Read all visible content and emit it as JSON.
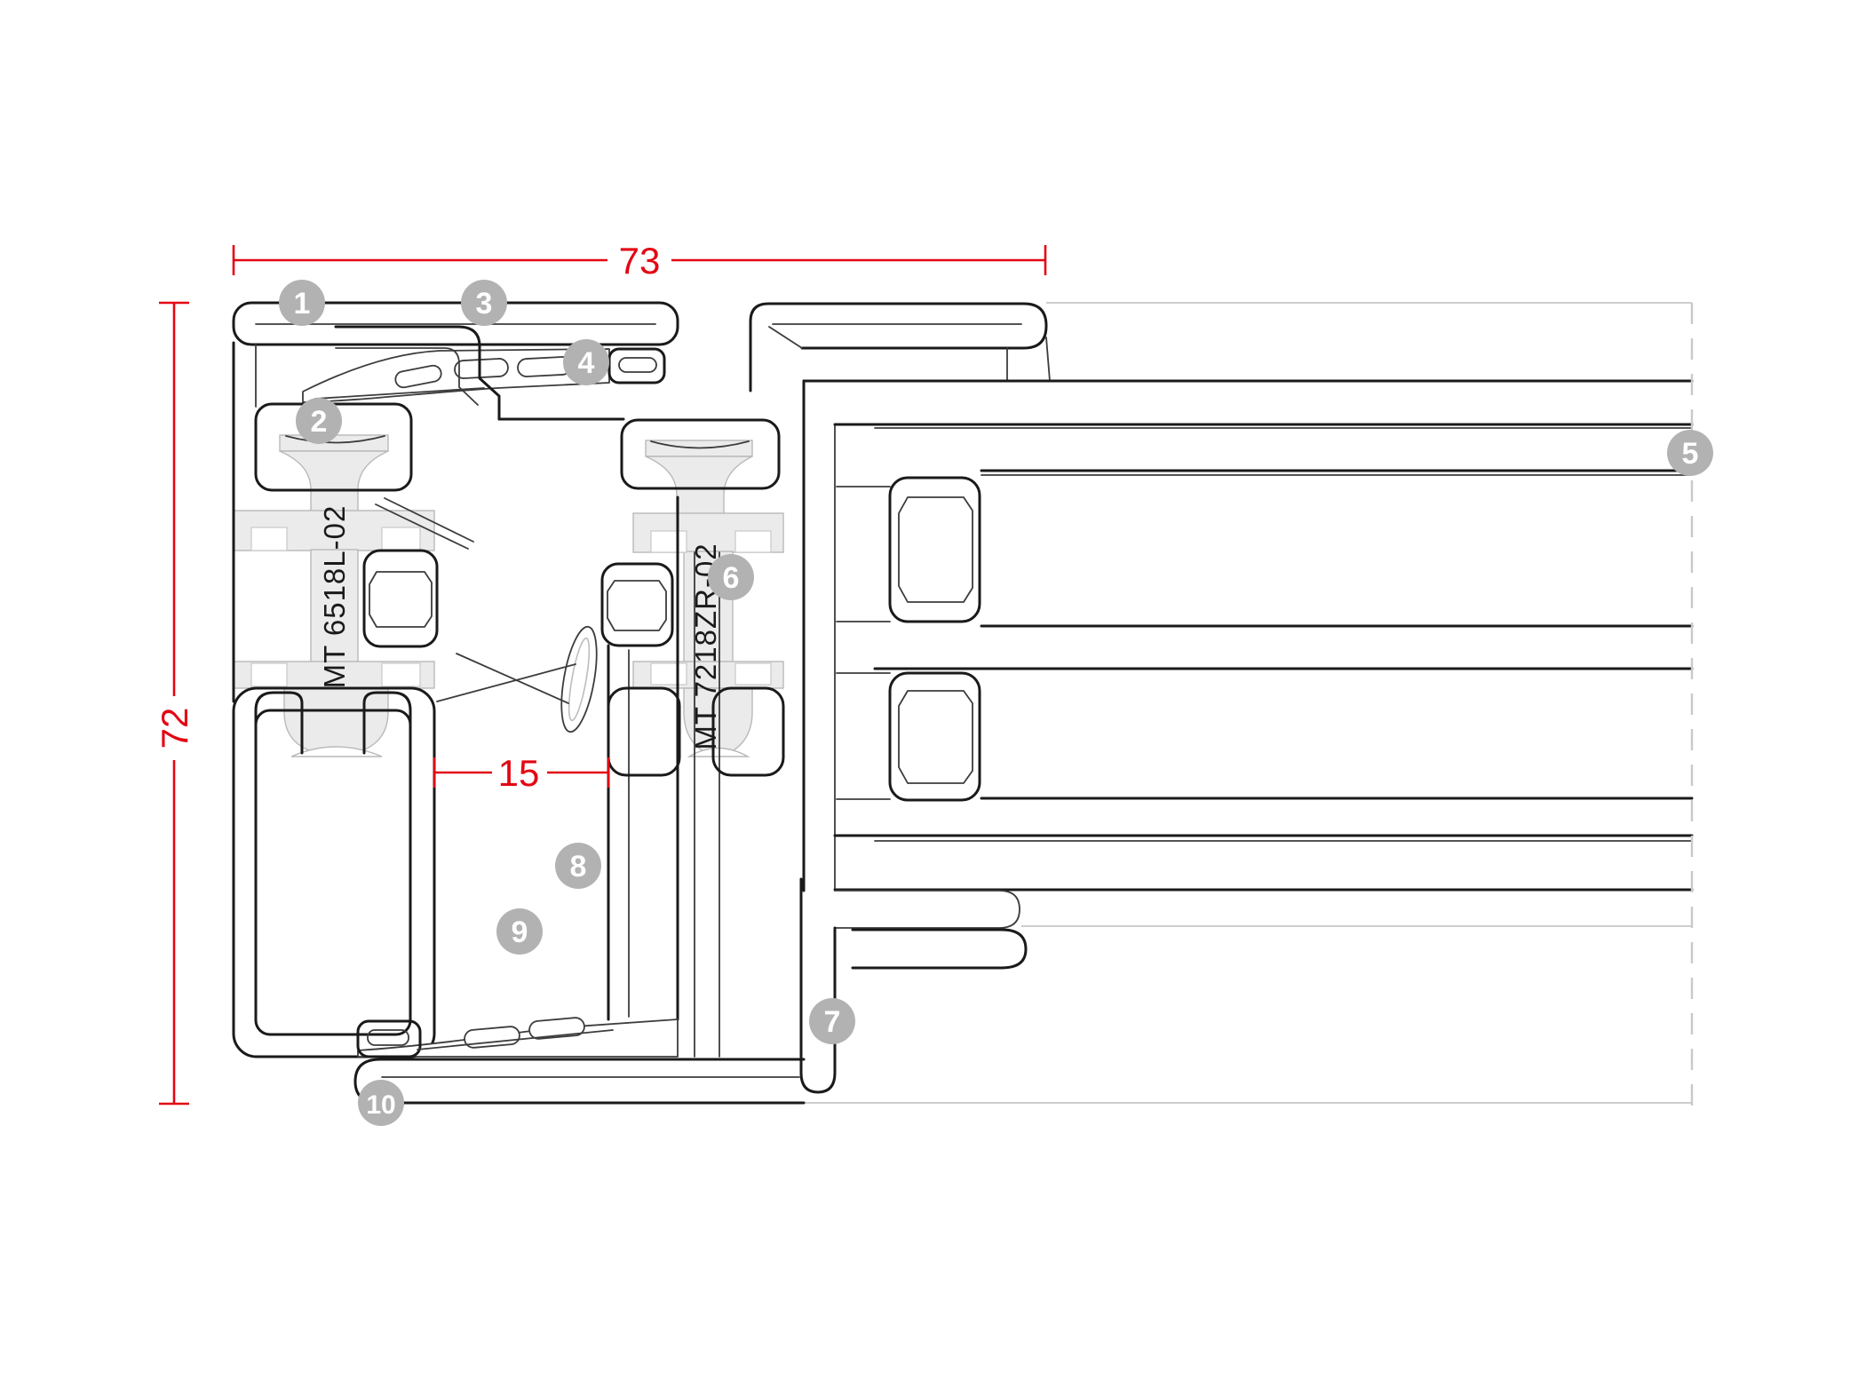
{
  "drawing": {
    "labels": {
      "profile_left": "MT 6518L-02",
      "profile_right": "MT 7218ZR-02"
    },
    "dimensions": {
      "width": "73",
      "height": "72",
      "gap": "15"
    },
    "callouts": [
      {
        "n": "1"
      },
      {
        "n": "2"
      },
      {
        "n": "3"
      },
      {
        "n": "4"
      },
      {
        "n": "5"
      },
      {
        "n": "6"
      },
      {
        "n": "7"
      },
      {
        "n": "8"
      },
      {
        "n": "9"
      },
      {
        "n": "10"
      }
    ],
    "colors": {
      "dimension_red": "#e30613",
      "callout_gray": "#b2b2b2",
      "outline_black": "#1a1a1a",
      "strut_fill": "#ebebeb",
      "faint_gray": "#bdbdbd",
      "dashed_gray": "#c9c9c9"
    }
  }
}
